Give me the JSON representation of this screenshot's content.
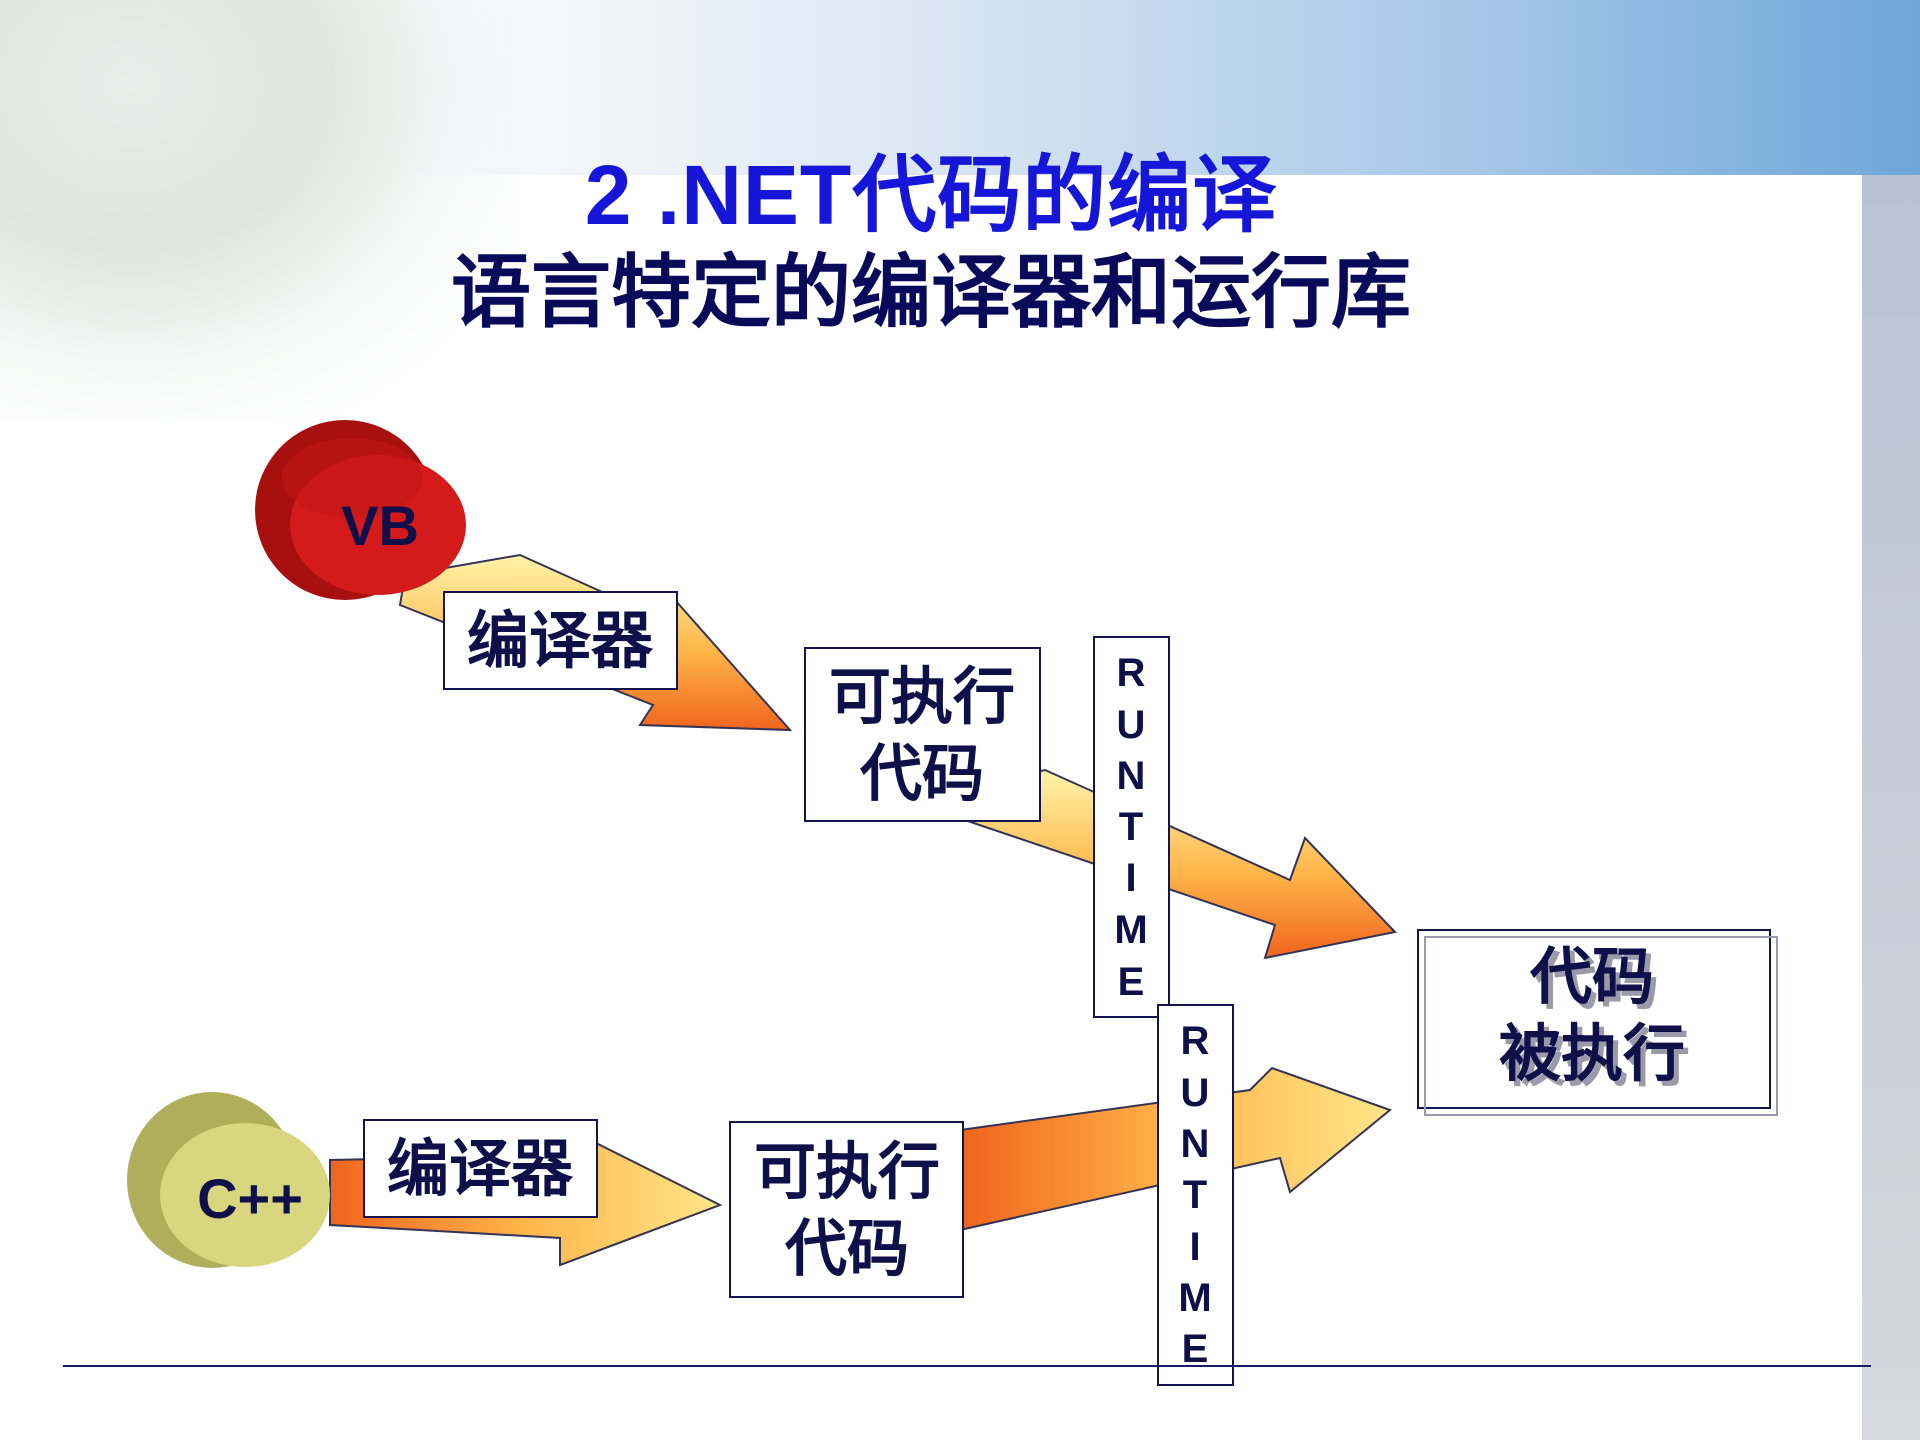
{
  "title": "2 .NET代码的编译",
  "subtitle": "语言特定的编译器和运行库",
  "languages": {
    "vb": "VB",
    "cpp": "C++"
  },
  "compiler_label": "编译器",
  "executable_label_line1": "可执行",
  "executable_label_line2": "代码",
  "runtime_letters": [
    "R",
    "U",
    "N",
    "T",
    "I",
    "M",
    "E"
  ],
  "result_line1": "代码",
  "result_line2": "被执行",
  "colors": {
    "title": "#1616d8",
    "subtitle": "#0a0a5a",
    "vb_cylinder": "#d41a1a",
    "cpp_cylinder": "#d8d67e",
    "box_border": "#141452",
    "label_text": "#0f0f4a"
  }
}
